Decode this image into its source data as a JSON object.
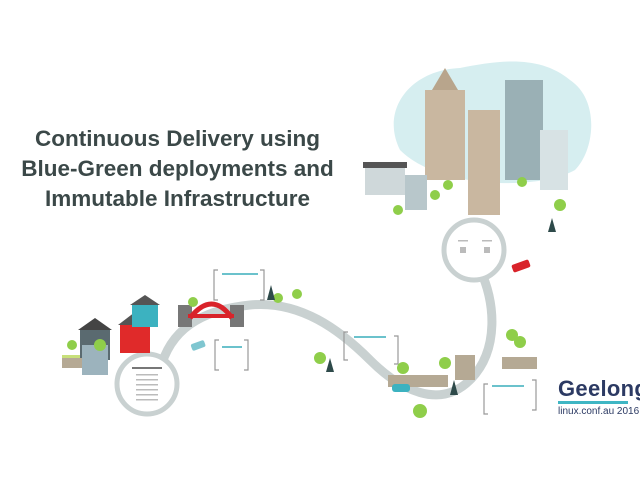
{
  "title": {
    "lines": [
      "Continuous Delivery using",
      "Blue-Green deployments and",
      "Immutable Infrastructure"
    ]
  },
  "logo": {
    "main": "Geelong",
    "sub": "linux.conf.au 2016"
  },
  "colors": {
    "title": "#3b4848",
    "road": "#c9d1d1",
    "sky_blob": "#d6eef0",
    "bridge": "#d9232a",
    "logo": "#2c3a63",
    "logo_accent": "#3fb6c4"
  }
}
